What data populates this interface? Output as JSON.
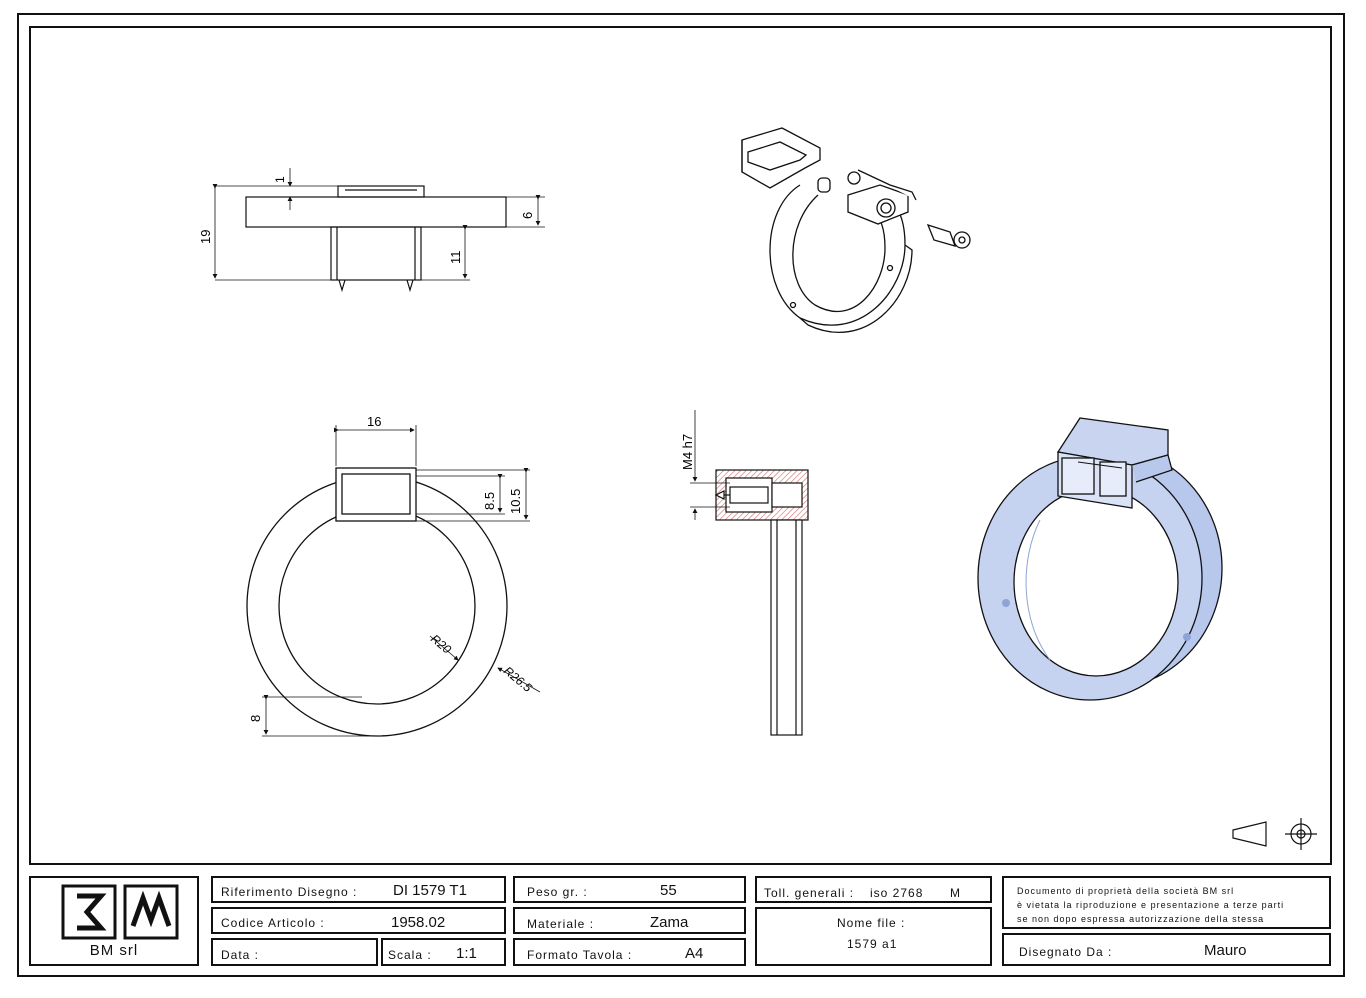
{
  "drawing": {
    "front_view": {
      "dims": [
        "1",
        "19",
        "6",
        "11"
      ]
    },
    "plan_view": {
      "dims": [
        "16",
        "8.5",
        "10.5",
        "R20",
        "R26.5",
        "8"
      ]
    },
    "section_view": {
      "dims": [
        "M4 h7"
      ]
    }
  },
  "title_block": {
    "company": "BM srl",
    "riferimento_label": "Riferimento Disegno :",
    "riferimento_value": "DI 1579 T1",
    "codice_label": "Codice Articolo :",
    "codice_value": "1958.02",
    "data_label": "Data :",
    "data_value": "",
    "scala_label": "Scala :",
    "scala_value": "1:1",
    "peso_label": "Peso gr. :",
    "peso_value": "55",
    "materiale_label": "Materiale :",
    "materiale_value": "Zama",
    "formato_label": "Formato Tavola :",
    "formato_value": "A4",
    "toll_label": "Toll. generali :",
    "toll_value": "iso 2768",
    "toll_class": "M",
    "nome_file_label": "Nome file :",
    "nome_file_value": "1579 a1",
    "notice_line1": "Documento di proprietà della società BM srl",
    "notice_line2": "è vietata la riproduzione e presentazione a terze parti",
    "notice_line3": "se non dopo espressa autorizzazione della stessa",
    "disegnato_label": "Disegnato Da :",
    "disegnato_value": "Mauro"
  },
  "colors": {
    "line": "#111111",
    "shade": "#b8c8ec",
    "shade_dark": "#8ea4d6",
    "section_hatch": "#d06a6a"
  }
}
